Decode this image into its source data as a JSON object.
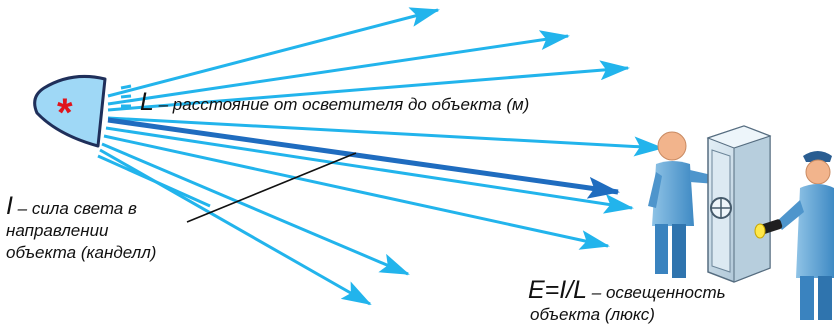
{
  "labels": {
    "l_symbol": "L",
    "l_text": " – расстояние  от осветителя до объекта (м)",
    "i_symbol": "I",
    "i_line1": " – сила света в",
    "i_line2": "направлении",
    "i_line3": "объекта (канделл)",
    "e_formula": "E=I/L",
    "e_line1": "  – освещенность",
    "e_line2": "объекта (люкс)"
  },
  "lamp_mark": "*",
  "colors": {
    "ray": "#22b4ec",
    "main_ray": "#1f6cbf",
    "lamp_fill": "#9fd8f6",
    "lamp_stroke": "#1f2f5a",
    "mark": "#e0141b",
    "text": "#111111"
  },
  "icons": {
    "person_left": "standing-person-icon",
    "safe": "vault-safe-icon",
    "guard": "security-guard-with-flashlight-icon"
  }
}
